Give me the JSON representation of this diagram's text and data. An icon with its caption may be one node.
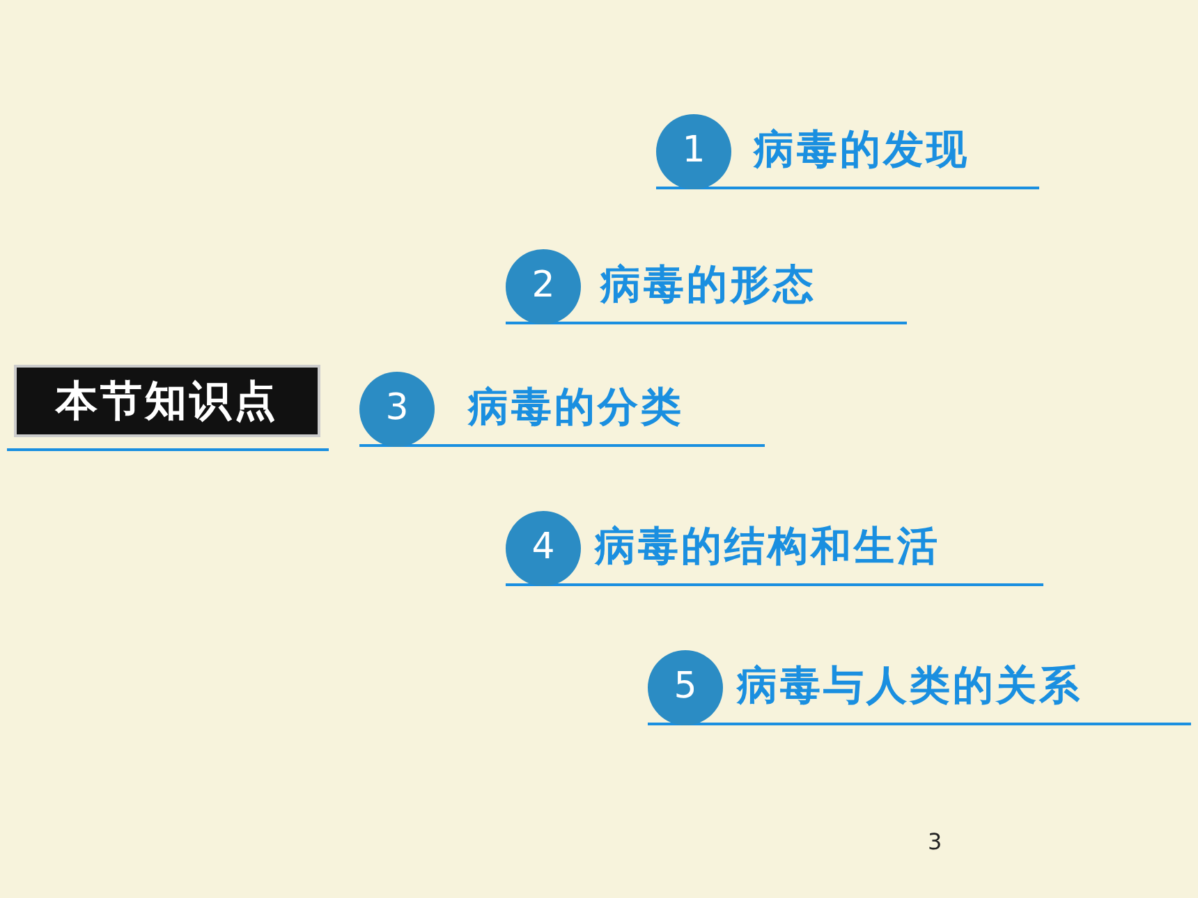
{
  "diagram": {
    "nodes": [
      {
        "text": [
          "本节知识点"
        ]
      },
      {
        "text": [
          "1",
          "病毒的发现"
        ]
      },
      {
        "text": [
          "2",
          "病毒的形态"
        ]
      },
      {
        "text": [
          "3",
          "病毒的分类"
        ]
      },
      {
        "text": [
          "4",
          "病毒的结构和生活"
        ]
      },
      {
        "text": [
          "5",
          "病毒与人类的关系"
        ]
      }
    ],
    "labels": [
      "3"
    ]
  }
}
